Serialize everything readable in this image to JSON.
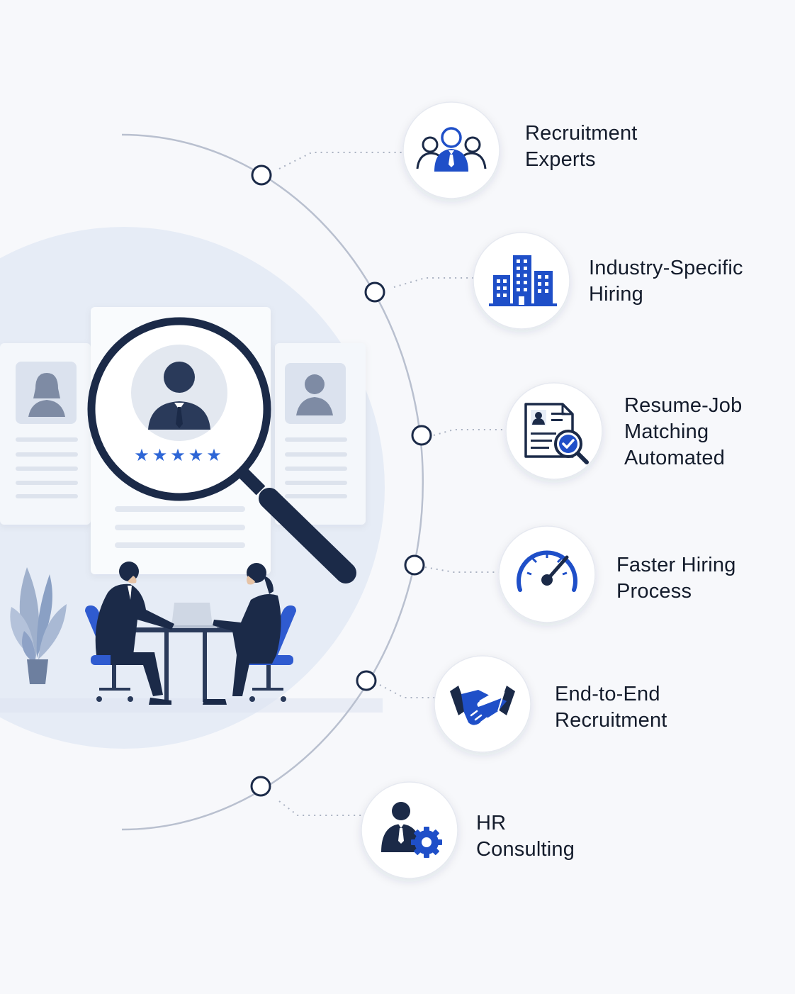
{
  "services": [
    {
      "icon": "team-icon",
      "lines": [
        "Recruitment",
        "Experts"
      ]
    },
    {
      "icon": "buildings-icon",
      "lines": [
        "Industry-Specific",
        "Hiring"
      ]
    },
    {
      "icon": "resume-check-icon",
      "lines": [
        "Resume-Job",
        "Matching",
        "Automated"
      ]
    },
    {
      "icon": "speedometer-icon",
      "lines": [
        "Faster Hiring",
        "Process"
      ]
    },
    {
      "icon": "handshake-icon",
      "lines": [
        "End-to-End",
        "Recruitment"
      ]
    },
    {
      "icon": "consultant-gear-icon",
      "lines": [
        "HR",
        "Consulting"
      ]
    }
  ],
  "illustration": {
    "candidate_rating_stars": 5,
    "icons": [
      "magnifying-glass-icon",
      "candidate-avatar-icon",
      "plant-icon",
      "laptop-icon",
      "office-chair-icon"
    ]
  },
  "colors": {
    "navy": "#1b2a48",
    "brand_blue": "#1f4fc8",
    "soft_blue": "#e4ebf6",
    "arc_gray": "#b9c0cf",
    "text": "#141c2c"
  }
}
